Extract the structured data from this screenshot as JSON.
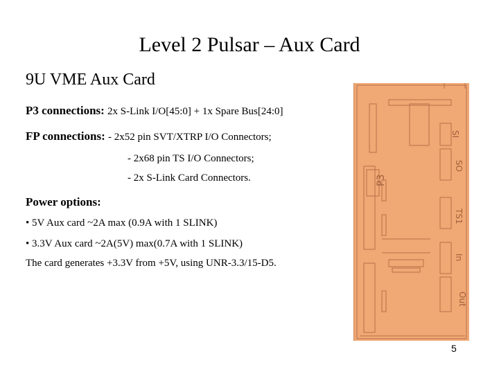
{
  "slide": {
    "title": "Level 2 Pulsar – Aux Card",
    "subtitle": "9U VME Aux Card",
    "p3": {
      "label": "P3 connections: ",
      "text": "2x S-Link I/O[45:0] + 1x Spare Bus[24:0]"
    },
    "fp": {
      "label": "FP connections: ",
      "lines": [
        "- 2x52 pin SVT/XTRP I/O Connectors;",
        "- 2x68 pin TS I/O Connectors;",
        "- 2x S-Link Card Connectors."
      ]
    },
    "power": {
      "label": "Power options:",
      "bullets": [
        "• 5V Aux card ~2A max (0.9A with 1 SLINK)",
        "• 3.3V Aux card ~2A(5V) max(0.7A with 1 SLINK)"
      ]
    },
    "note": "The card generates +3.3V from +5V, using UNR-3.3/15-D5.",
    "page_number": "5"
  },
  "board_image": {
    "board_color": "#f0a874",
    "line_color": "#b8704a"
  }
}
